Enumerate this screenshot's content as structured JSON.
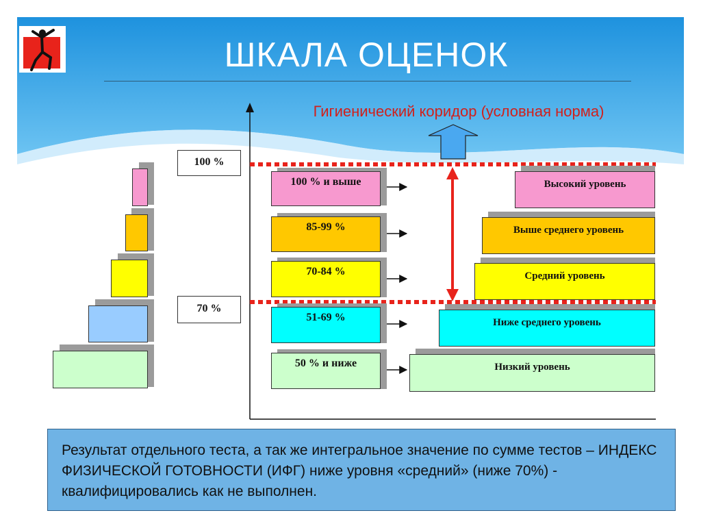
{
  "title": "ШКАЛА ОЦЕНОК",
  "corridor_label": "Гигиенический коридор (условная норма)",
  "thresholds": {
    "upper": "100 %",
    "lower": "70 %"
  },
  "ranges": [
    {
      "label": "100 % и выше",
      "color": "#f799cf"
    },
    {
      "label": "85-99 %",
      "color": "#ffc800"
    },
    {
      "label": "70-84 %",
      "color": "#ffff00"
    },
    {
      "label": "51-69 %",
      "color": "#00ffff"
    },
    {
      "label": "50 % и ниже",
      "color": "#ccffcc"
    }
  ],
  "levels": [
    {
      "label": "Высокий уровень",
      "color": "#f799cf"
    },
    {
      "label": "Выше среднего уровень",
      "color": "#ffc800"
    },
    {
      "label": "Средний уровень",
      "color": "#ffff00"
    },
    {
      "label": "Ниже среднего уровень",
      "color": "#00ffff"
    },
    {
      "label": "Низкий уровень",
      "color": "#ccffcc"
    }
  ],
  "stairs": [
    {
      "color": "#f799cf"
    },
    {
      "color": "#ffc800"
    },
    {
      "color": "#ffff00"
    },
    {
      "color": "#99ccff"
    },
    {
      "color": "#ccffcc"
    }
  ],
  "info_text": "Результат отдельного теста, а так же интегральное значение по сумме тестов – ИНДЕКС ФИЗИЧЕСКОЙ ГОТОВНОСТИ (ИФГ) ниже уровня «средний» (ниже 70%) - квалифицировались как не выполнен.",
  "colors": {
    "accent_red": "#e8231b",
    "header_blue": "#2aa2e6",
    "arrow_blue": "#4aa8f0"
  }
}
